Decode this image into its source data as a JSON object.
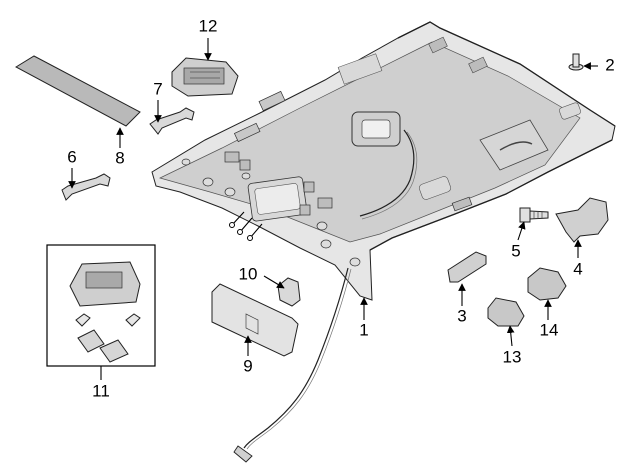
{
  "colors": {
    "part_fill": "#e6e6e6",
    "part_fill_dark": "#b9b9b9",
    "line": "#000000",
    "background": "#ffffff"
  },
  "callouts": [
    {
      "id": "1",
      "label": "1"
    },
    {
      "id": "2",
      "label": "2"
    },
    {
      "id": "3",
      "label": "3"
    },
    {
      "id": "4",
      "label": "4"
    },
    {
      "id": "5",
      "label": "5"
    },
    {
      "id": "6",
      "label": "6"
    },
    {
      "id": "7",
      "label": "7"
    },
    {
      "id": "8",
      "label": "8"
    },
    {
      "id": "9",
      "label": "9"
    },
    {
      "id": "10",
      "label": "10"
    },
    {
      "id": "11",
      "label": "11"
    },
    {
      "id": "12",
      "label": "12"
    },
    {
      "id": "13",
      "label": "13"
    },
    {
      "id": "14",
      "label": "14"
    }
  ]
}
